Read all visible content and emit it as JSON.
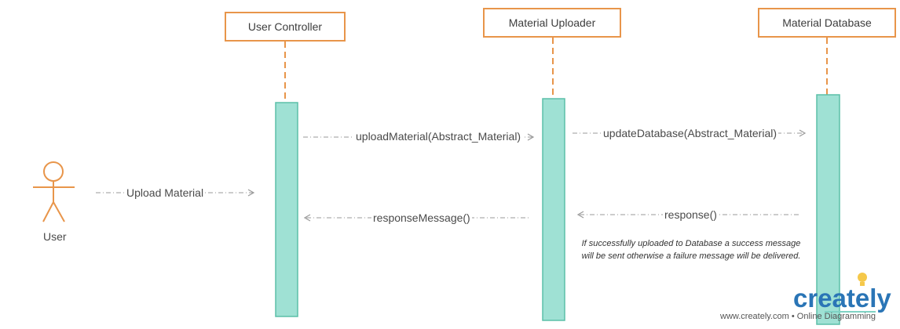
{
  "participants": [
    {
      "name": "User Controller"
    },
    {
      "name": "Material Uploader"
    },
    {
      "name": "Material Database"
    }
  ],
  "actor": {
    "name": "User"
  },
  "messages": [
    {
      "label": "Upload Material"
    },
    {
      "label": "uploadMaterial(Abstract_Material)"
    },
    {
      "label": "updateDatabase(Abstract_Material)"
    },
    {
      "label": "response()"
    },
    {
      "label": "responseMessage()"
    }
  ],
  "note": {
    "text": "If successfully uploaded to Database a success message will be sent otherwise a failure message will be delivered."
  },
  "watermark": {
    "brand": "creately",
    "tagline": "www.creately.com • Online Diagramming"
  },
  "colors": {
    "participant_border": "#e8954a",
    "activation_fill": "#9fe1d4",
    "activation_border": "#5bbfa8",
    "message_line": "#9a9a9a",
    "brand_blue": "#2a75b6",
    "bulb_yellow": "#f5c84a"
  }
}
